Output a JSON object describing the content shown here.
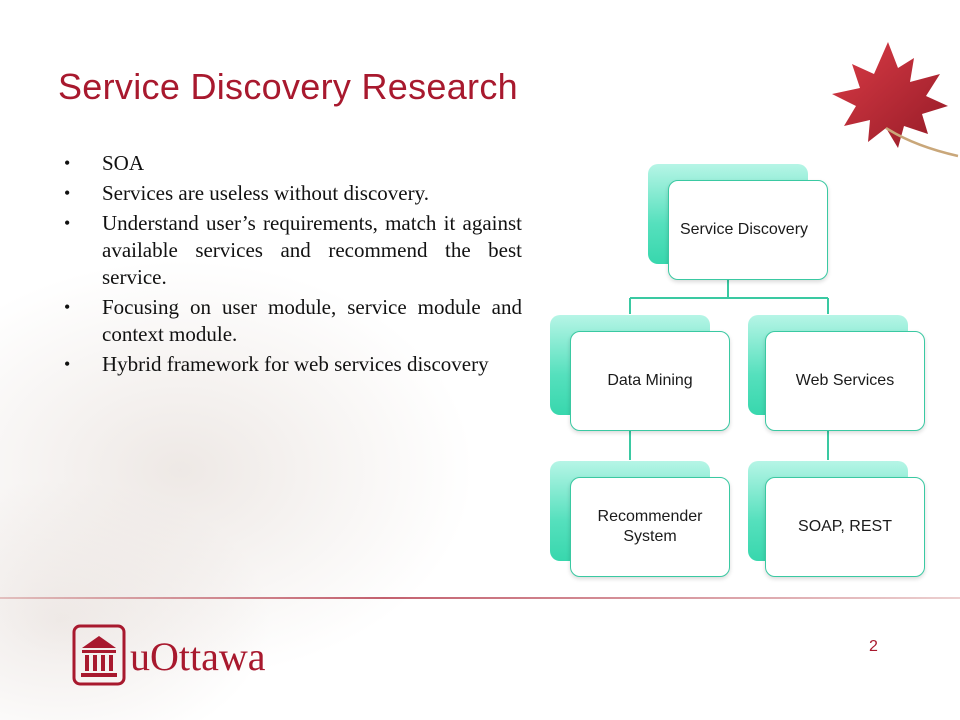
{
  "slide": {
    "title": "Service Discovery Research",
    "bullets": [
      "SOA",
      "Services are useless without discovery.",
      "Understand user’s requirements, match it against available services and recommend the best service.",
      "Focusing on user module, service module and context module.",
      "Hybrid framework for web services discovery"
    ],
    "bullet_glyph": "•",
    "page_number": "2"
  },
  "diagram": {
    "root": "Service Discovery",
    "children": [
      {
        "label": "Data Mining",
        "child": "Recommender System"
      },
      {
        "label": "Web Services",
        "child": "SOAP, REST"
      }
    ]
  },
  "footer": {
    "brand": "uOttawa"
  },
  "colors": {
    "accent": "#a8192e",
    "node_fill": "#55e0bd",
    "node_border": "#3ac9a2"
  }
}
